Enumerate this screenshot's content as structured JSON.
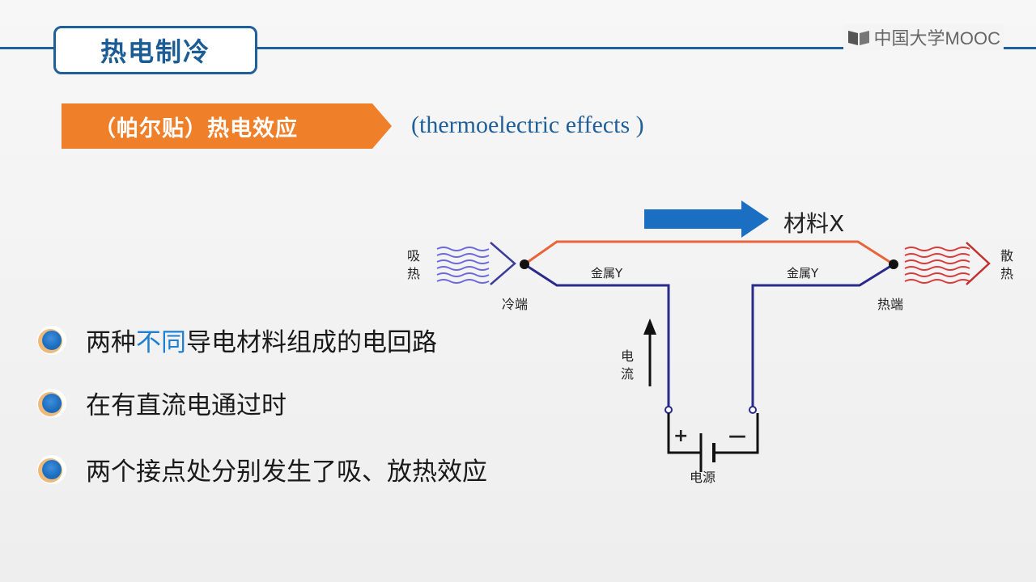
{
  "header": {
    "title": "热电制冷",
    "logo_text": "中国大学MOOC",
    "accent_color": "#1f5f9a"
  },
  "section": {
    "label": "（帕尔贴）热电效应",
    "english": "(thermoelectric effects )",
    "banner_color": "#f07f2a"
  },
  "diagram": {
    "material_x_label": "材料X",
    "metal_y_left": "金属Y",
    "metal_y_right": "金属Y",
    "cold_end": "冷端",
    "hot_end": "热端",
    "absorb_heat": [
      "吸",
      "热"
    ],
    "release_heat": [
      "散",
      "热"
    ],
    "current": [
      "电",
      "流"
    ],
    "power_source": "电源",
    "plus": "+",
    "minus": "—",
    "colors": {
      "material_x": "#e8643a",
      "metal_y": "#2a2a8a",
      "arrow": "#1a6fc2",
      "cold_waves": "#6a6adc",
      "hot_waves": "#d93b3b"
    }
  },
  "bullets": [
    {
      "pre": "两种",
      "highlight": "不同",
      "post": "导电材料组成的电回路"
    },
    {
      "pre": "在有直流电通过时",
      "highlight": "",
      "post": ""
    },
    {
      "pre": "两个接点处分别发生了吸、放热效应",
      "highlight": "",
      "post": ""
    }
  ]
}
